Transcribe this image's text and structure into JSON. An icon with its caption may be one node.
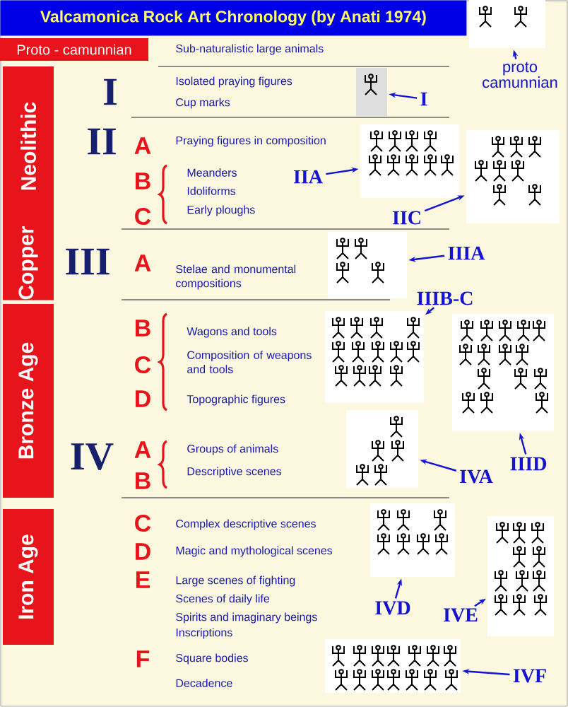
{
  "diagram": {
    "title": "Valcamonica Rock Art Chronology (by Anati 1974)",
    "nodes": [
      {
        "text": [
          "Proto - camunnian"
        ]
      },
      {
        "text": [
          "Neolithic"
        ]
      },
      {
        "text": [
          "Copper"
        ]
      },
      {
        "text": [
          "Bronze Age"
        ]
      },
      {
        "text": [
          "Iron Age"
        ]
      },
      {
        "text": [],
        "shape": "picture"
      },
      {
        "text": [
          "proto camunnian"
        ]
      },
      {
        "text": [],
        "shape": "picture"
      },
      {
        "text": [
          "I"
        ]
      },
      {
        "text": [],
        "shape": "picture"
      },
      {
        "text": [
          "IIA"
        ]
      },
      {
        "text": [],
        "shape": "picture"
      },
      {
        "text": [
          "IIC"
        ]
      },
      {
        "text": [],
        "shape": "picture"
      },
      {
        "text": [
          "IIIA"
        ]
      },
      {
        "text": [
          "IIIB-C"
        ]
      },
      {
        "text": [],
        "shape": "picture"
      },
      {
        "text": [],
        "shape": "picture"
      },
      {
        "text": [
          "IIID"
        ]
      },
      {
        "text": [],
        "shape": "picture"
      },
      {
        "text": [
          "IVA"
        ]
      },
      {
        "text": [],
        "shape": "picture"
      },
      {
        "text": [],
        "shape": "picture"
      },
      {
        "text": [
          "IVD"
        ]
      },
      {
        "text": [
          "IVE"
        ]
      },
      {
        "text": [],
        "shape": "picture"
      },
      {
        "text": [
          "IVF"
        ]
      }
    ],
    "edges": [
      {
        "from": 6,
        "to": 5,
        "arrow": "to"
      },
      {
        "from": 8,
        "to": 7,
        "arrow": "to"
      },
      {
        "from": 10,
        "to": 9,
        "arrow": "to"
      },
      {
        "from": 12,
        "to": 11,
        "arrow": "to"
      },
      {
        "from": 14,
        "to": 13,
        "arrow": "to"
      },
      {
        "from": 15,
        "to": 16,
        "arrow": "to"
      },
      {
        "from": 18,
        "to": 17,
        "arrow": "to"
      },
      {
        "from": 20,
        "to": 19,
        "arrow": "to"
      },
      {
        "from": 23,
        "to": 21,
        "arrow": "to"
      },
      {
        "from": 24,
        "to": 22,
        "arrow": "to"
      },
      {
        "from": 26,
        "to": 25,
        "arrow": "to"
      }
    ],
    "labels": [
      "Sub-naturalistic large animals",
      "I",
      "Isolated praying figures",
      "Cup marks",
      "II",
      "A",
      "Praying figures in composition",
      "B",
      "Meanders",
      "Idoliforms",
      "C",
      "Early ploughs",
      "III",
      "A",
      "Stelae and monumental compositions",
      "B",
      "Wagons and tools",
      "C",
      "Composition of weapons and tools",
      "D",
      "Topographic figures",
      "IV",
      "A",
      "Groups of animals",
      "B",
      "Descriptive scenes",
      "C",
      "Complex descriptive scenes",
      "D",
      "Magic and mythological scenes",
      "E",
      "Large scenes of fighting",
      "Scenes of daily life",
      "Spirits and imaginary beings",
      "Inscriptions",
      "F",
      "Square bodies",
      "Decadence"
    ]
  }
}
